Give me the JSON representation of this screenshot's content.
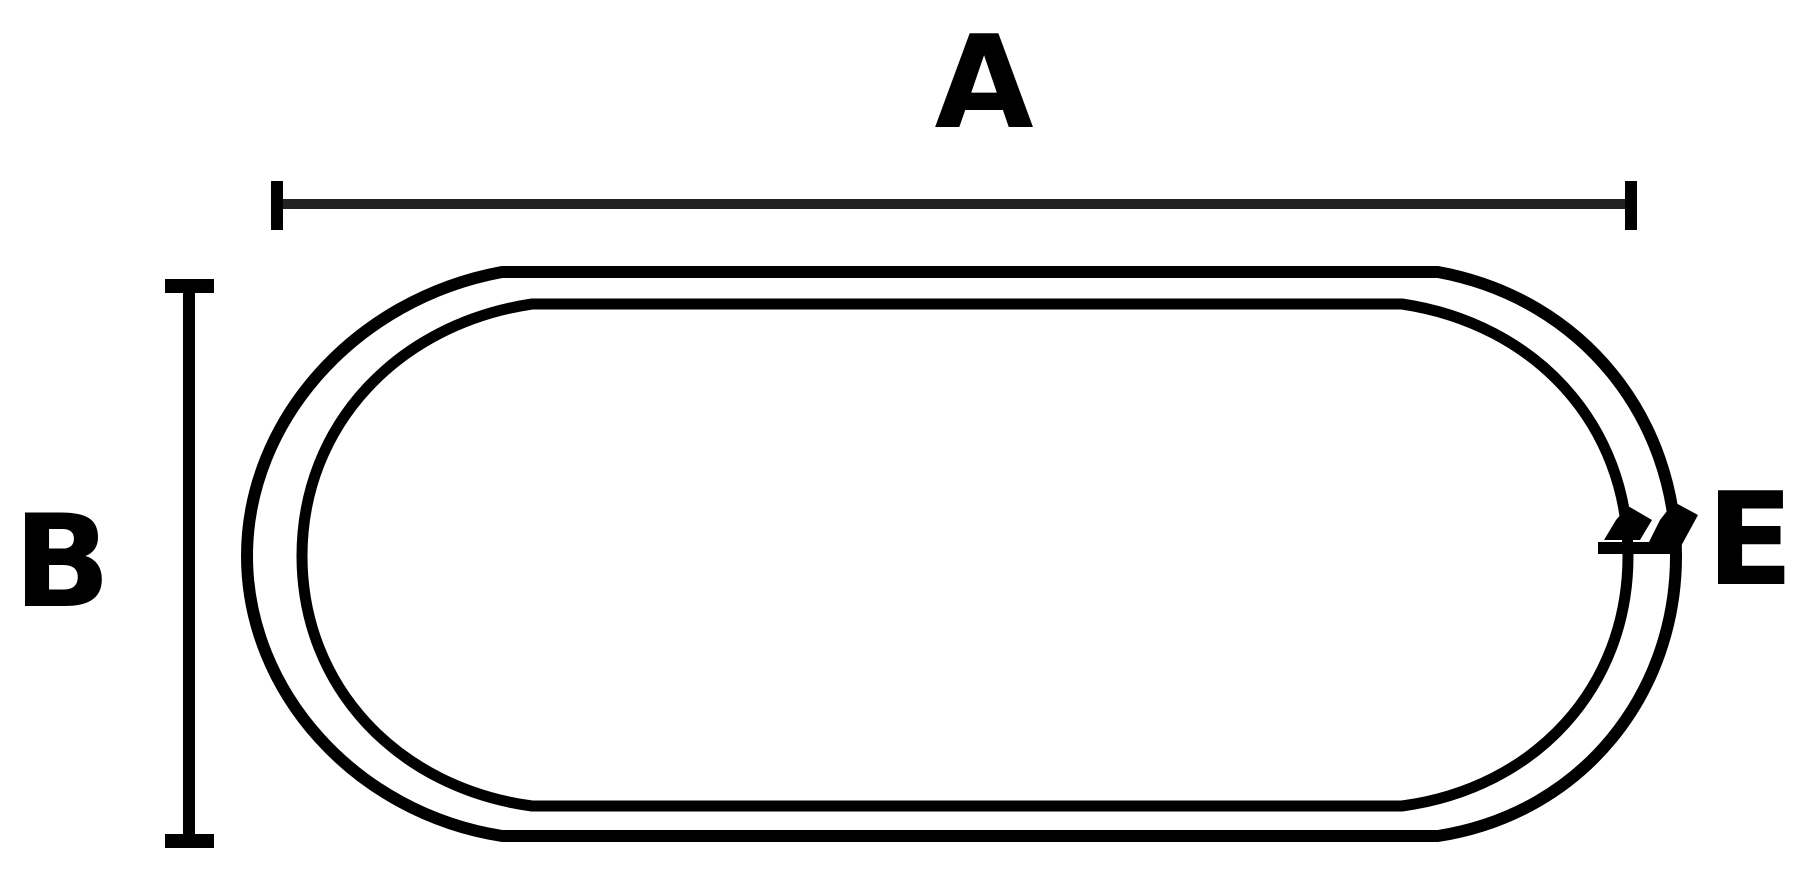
{
  "labels": {
    "width": "A",
    "height": "B",
    "edge": "E"
  },
  "colors": {
    "stroke": "#000000",
    "background": "#ffffff"
  }
}
